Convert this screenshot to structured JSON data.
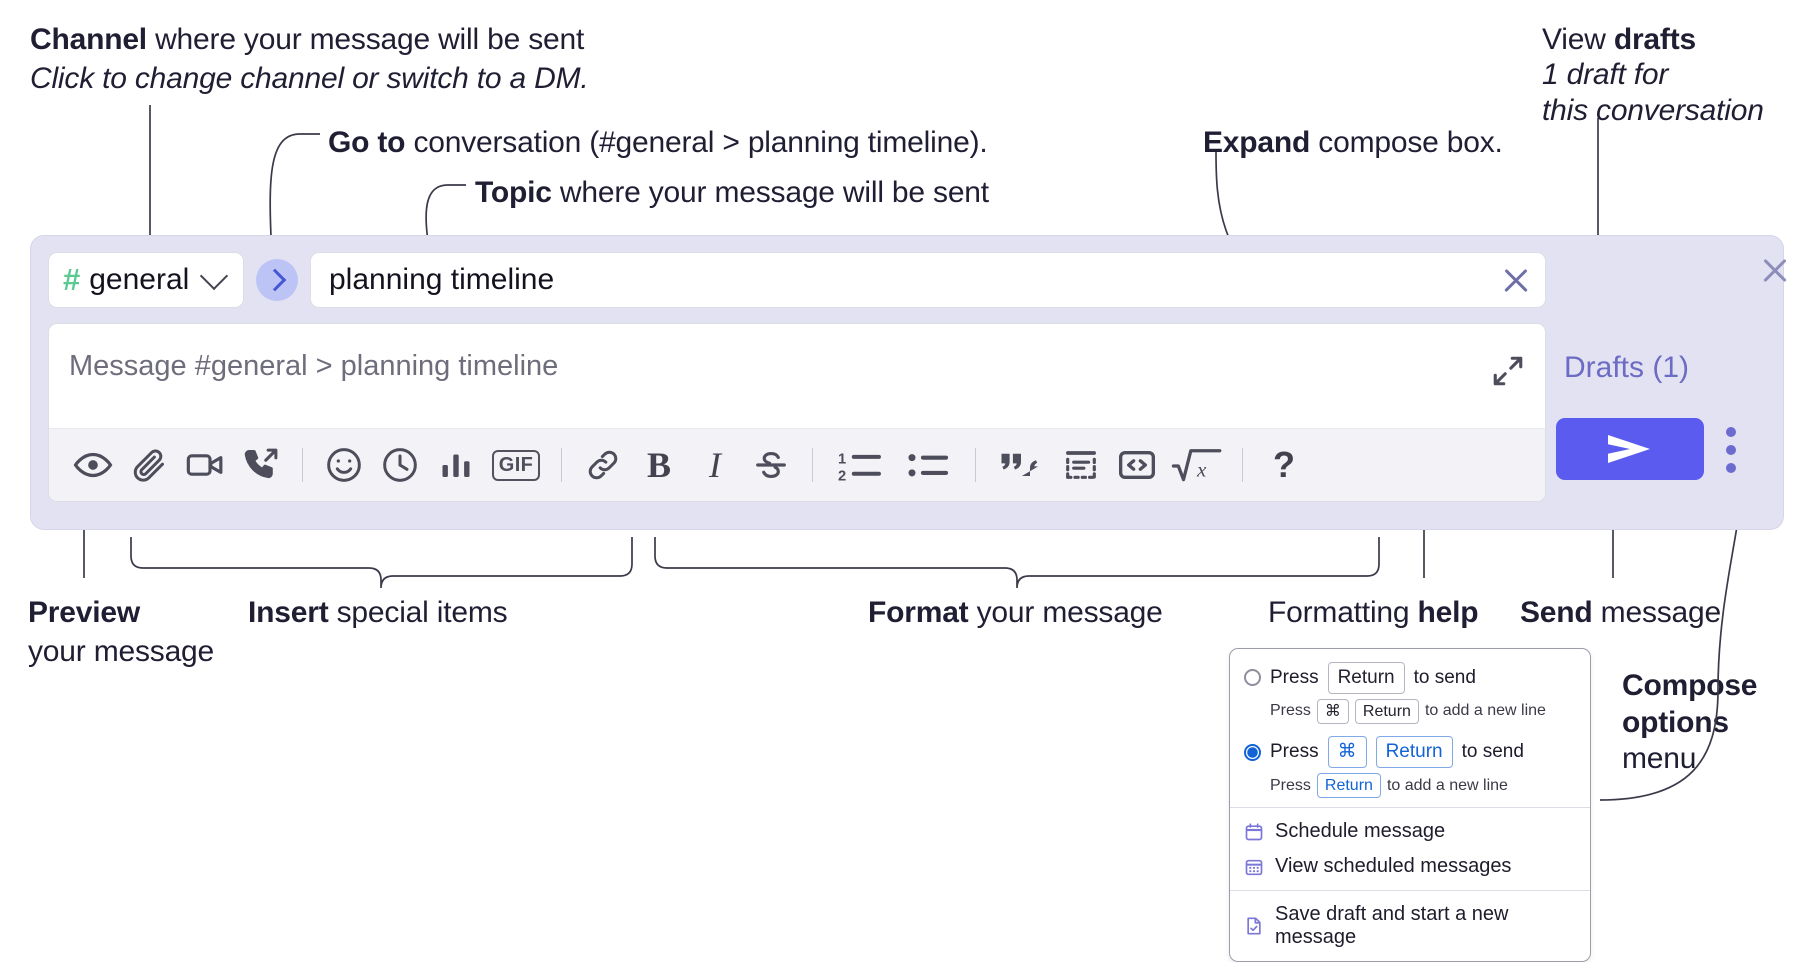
{
  "annotations": {
    "channel": {
      "title_bold": "Channel",
      "title_rest": " where your message will be sent",
      "sub": "Click to change channel or switch to a DM."
    },
    "goto": {
      "bold": "Go to",
      "rest": " conversation (#general > planning timeline)."
    },
    "topic": {
      "bold": "Topic",
      "rest": " where your message will be sent"
    },
    "expand": {
      "bold": "Expand",
      "rest": " compose box."
    },
    "drafts": {
      "line1_rest": "View ",
      "line1_bold": "drafts",
      "line2": "1 draft for",
      "line3": "this conversation"
    },
    "preview": {
      "bold": "Preview",
      "rest": "your message"
    },
    "insert": {
      "bold": "Insert",
      "rest": " special items"
    },
    "format": {
      "bold": "Format",
      "rest": " your message"
    },
    "help": {
      "rest": "Formatting ",
      "bold": "help"
    },
    "send": {
      "bold": "Send",
      "rest": " message"
    },
    "compose_options": {
      "line1": "Compose",
      "line2": "options",
      "line3": "menu"
    }
  },
  "compose": {
    "channel_name": "general",
    "hash_symbol": "#",
    "topic_value": "planning timeline",
    "message_placeholder": "Message #general > planning timeline",
    "drafts_label": "Drafts (1)",
    "toolbar": [
      {
        "name": "preview-icon",
        "glyph": "eye"
      },
      {
        "name": "attachment-icon",
        "glyph": "paperclip"
      },
      {
        "name": "video-icon",
        "glyph": "video"
      },
      {
        "name": "call-icon",
        "glyph": "call"
      },
      {
        "name": "separator",
        "glyph": "sep"
      },
      {
        "name": "emoji-icon",
        "glyph": "emoji"
      },
      {
        "name": "clock-icon",
        "glyph": "clock"
      },
      {
        "name": "poll-icon",
        "glyph": "poll"
      },
      {
        "name": "gif-icon",
        "glyph": "gif",
        "label": "GIF"
      },
      {
        "name": "separator",
        "glyph": "sep"
      },
      {
        "name": "link-icon",
        "glyph": "link"
      },
      {
        "name": "bold-icon",
        "glyph": "bold",
        "label": "B"
      },
      {
        "name": "italic-icon",
        "glyph": "italic",
        "label": "I"
      },
      {
        "name": "strikethrough-icon",
        "glyph": "strike"
      },
      {
        "name": "separator",
        "glyph": "sep"
      },
      {
        "name": "numbered-list-icon",
        "glyph": "ol"
      },
      {
        "name": "bulleted-list-icon",
        "glyph": "ul"
      },
      {
        "name": "separator",
        "glyph": "sep"
      },
      {
        "name": "quote-icon",
        "glyph": "quote"
      },
      {
        "name": "spoiler-icon",
        "glyph": "spoiler"
      },
      {
        "name": "code-icon",
        "glyph": "code"
      },
      {
        "name": "math-icon",
        "glyph": "math"
      },
      {
        "name": "separator",
        "glyph": "sep"
      },
      {
        "name": "formatting-help-icon",
        "glyph": "help",
        "label": "?"
      }
    ]
  },
  "menu": {
    "option1": {
      "press": "Press",
      "key": "Return",
      "tail": "to send",
      "sub_press": "Press",
      "sub_key1": "⌘",
      "sub_key2": "Return",
      "sub_tail": "to add a new line",
      "selected": false
    },
    "option2": {
      "press": "Press",
      "key1": "⌘",
      "key2": "Return",
      "tail": "to send",
      "sub_press": "Press",
      "sub_key": "Return",
      "sub_tail": "to add a new line",
      "selected": true
    },
    "items": [
      {
        "label": "Schedule message",
        "icon": "calendar-icon"
      },
      {
        "label": "View scheduled messages",
        "icon": "calendar-grid-icon"
      },
      {
        "label": "Save draft and start a new message",
        "icon": "file-check-icon"
      }
    ]
  },
  "colors": {
    "widget_bg": "#e2e2f2",
    "accent_send": "#5b5bef",
    "hash_green": "#5bc992",
    "drafts_purple": "#6c6cc4",
    "goto_blue": "#4657d6"
  }
}
